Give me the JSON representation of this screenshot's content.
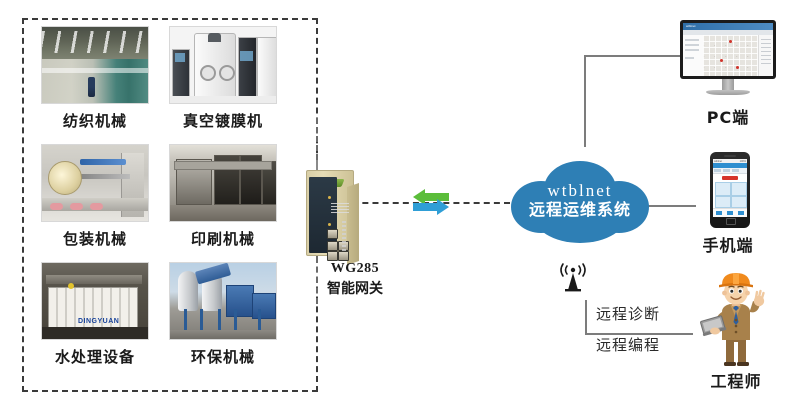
{
  "diagram": {
    "title": "wtblnet remote operation and maintenance system topology",
    "colors": {
      "cloud_blue": "#2e7fb5",
      "arrow_green": "#5bbd3a",
      "arrow_blue": "#2f9ed6",
      "gateway_tan": "#ddd2a8",
      "line_gray": "#7c7c7c",
      "dash_dark": "#3a3a3a",
      "helmet_orange": "#f08a1d",
      "text_black": "#1a1a1a"
    }
  },
  "equipment_panel": {
    "border_style": "dashed",
    "items": [
      {
        "label": "纺织机械",
        "icon": "textile-machinery-photo"
      },
      {
        "label": "真空镀膜机",
        "icon": "vacuum-coating-machine-photo"
      },
      {
        "label": "包装机械",
        "icon": "packaging-machinery-photo"
      },
      {
        "label": "印刷机械",
        "icon": "printing-machinery-photo"
      },
      {
        "label": "水处理设备",
        "icon": "water-treatment-equipment-photo"
      },
      {
        "label": "环保机械",
        "icon": "environmental-protection-machinery-photo"
      }
    ]
  },
  "gateway": {
    "icon": "industrial-gateway-device",
    "model": "WG285",
    "name": "智能网关",
    "ports": {
      "uplink": 1,
      "lan": 4
    }
  },
  "link_arrow": {
    "icon": "bidirectional-arrow-icon",
    "direction": "two-way"
  },
  "cloud": {
    "icon": "cloud-icon",
    "brand": "wtblnet",
    "subtitle": "远程运维系统"
  },
  "clients": [
    {
      "id": "pc",
      "icon": "desktop-monitor-icon",
      "label": "PC端"
    },
    {
      "id": "mobile",
      "icon": "smartphone-icon",
      "label": "手机端"
    },
    {
      "id": "engineer",
      "icon": "engineer-avatar-icon",
      "label": "工程师"
    }
  ],
  "services": {
    "icon": "wireless-antenna-icon",
    "items": [
      "远程诊断",
      "远程编程"
    ]
  },
  "water_photo_watermark": "DINGYUAN"
}
